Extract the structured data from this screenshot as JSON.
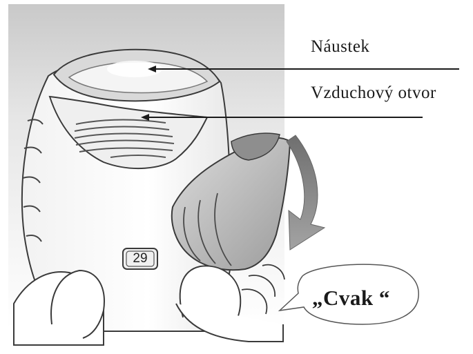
{
  "labels": {
    "mouthpiece": "Náustek",
    "air_vent": "Vzduchový otvor"
  },
  "callout": {
    "click_sound": "„Cvak “"
  },
  "device": {
    "dose_counter": "29"
  },
  "colors": {
    "background_gradient_dark": "#cfcfcf",
    "background_light": "#ffffff",
    "outline": "#3a3a3a",
    "arrow_fill": "#8a8a8a",
    "cover_fill": "#b8b8b8"
  }
}
